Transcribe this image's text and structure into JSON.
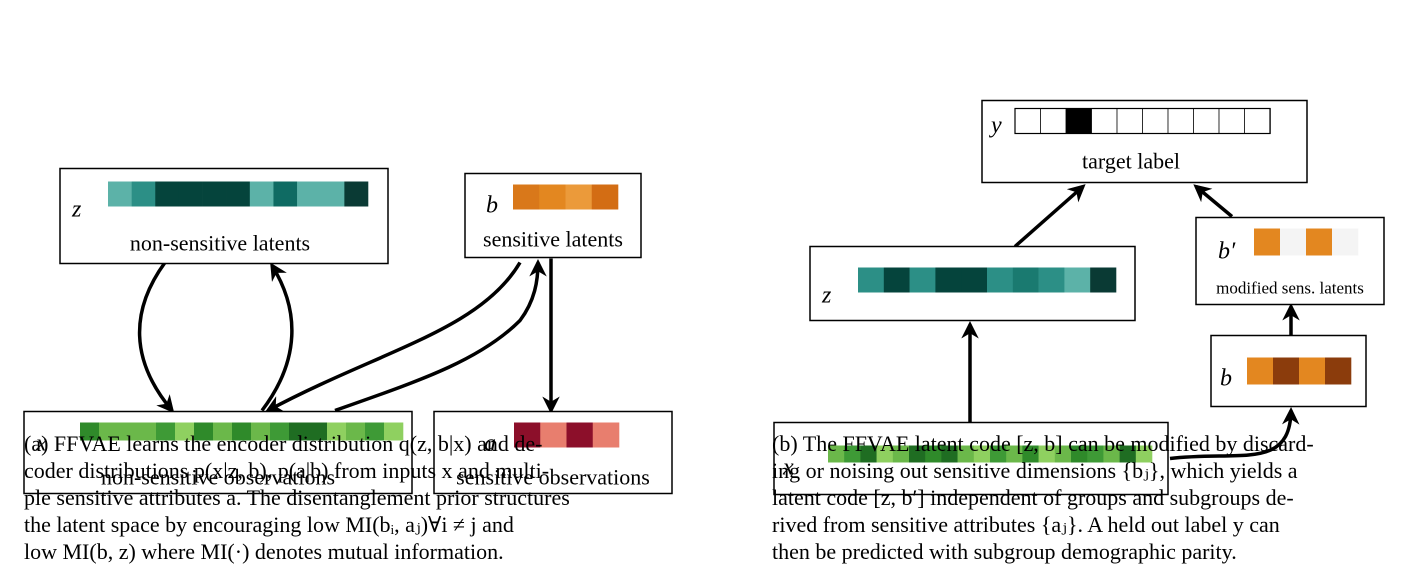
{
  "panel_a": {
    "z_box": {
      "symbol": "z",
      "label": "non-sensitive latents",
      "cells": [
        "#5cb2a8",
        "#2c8f86",
        "#05443c",
        "#05443c",
        "#05443c",
        "#05443c",
        "#5cb2a8",
        "#0f6b63",
        "#5cb2a8",
        "#5cb2a8",
        "#0a3a34"
      ]
    },
    "b_box": {
      "symbol": "b",
      "label": "sensitive latents",
      "cells": [
        "#d9781a",
        "#e38720",
        "#eb9a3a",
        "#d36d14"
      ]
    },
    "x_box": {
      "symbol": "x",
      "label": "non-sensitive observations",
      "cells": [
        "#2f8a2a",
        "#6bb84a",
        "#6bb84a",
        "#6bb84a",
        "#3e9a36",
        "#8fd060",
        "#2f8a2a",
        "#6bb84a",
        "#2f8a2a",
        "#6bb84a",
        "#3e9a36",
        "#1f6d22",
        "#1f6d22",
        "#8fd060",
        "#6bb84a",
        "#3e9a36",
        "#8fd060"
      ]
    },
    "a_box": {
      "symbol": "a",
      "label": "sensitive observations",
      "cells": [
        "#8c0f2a",
        "#e87e6e",
        "#8c0f2a",
        "#e87e6e"
      ]
    },
    "caption_lines": [
      "(a) FFVAE learns the encoder distribution q(z, b|x) and de-",
      "coder distributions p(x|z, b), p(a|b) from inputs x and multi-",
      "ple sensitive attributes a. The disentanglement prior structures",
      "the latent space by encouraging low MI(bᵢ, aⱼ)∀i ≠ j and",
      "low MI(b, z) where MI(·) denotes mutual information."
    ]
  },
  "panel_b": {
    "y_box": {
      "symbol": "y",
      "label": "target label",
      "cells": [
        "#ffffff",
        "#ffffff",
        "#000000",
        "#ffffff",
        "#ffffff",
        "#ffffff",
        "#ffffff",
        "#ffffff",
        "#ffffff",
        "#ffffff"
      ]
    },
    "z_box": {
      "symbol": "z",
      "cells": [
        "#2c8f86",
        "#05443c",
        "#2c8f86",
        "#05443c",
        "#05443c",
        "#2c8f86",
        "#1a7a70",
        "#2c8f86",
        "#5cb2a8",
        "#0a3a34"
      ]
    },
    "bprime_box": {
      "symbol": "b′",
      "label": "modified sens. latents",
      "cells": [
        "#e38720",
        "#f4f4f4",
        "#e38720",
        "#f4f4f4"
      ]
    },
    "b_box": {
      "symbol": "b",
      "cells": [
        "#e38720",
        "#8b3c0c",
        "#e38720",
        "#8b3c0c"
      ]
    },
    "x_box": {
      "symbol": "x",
      "cells": [
        "#6bb84a",
        "#3e9a36",
        "#1f6d22",
        "#8fd060",
        "#6bb84a",
        "#1f6d22",
        "#2f8a2a",
        "#1f6d22",
        "#6bb84a",
        "#8fd060",
        "#3e9a36",
        "#6bb84a",
        "#2f8a2a",
        "#8fd060",
        "#6bb84a",
        "#2f8a2a",
        "#3e9a36",
        "#6bb84a",
        "#1f6d22",
        "#8fd060"
      ]
    },
    "caption_lines": [
      "(b) The FFVAE latent code [z, b] can be modified by discard-",
      "ing or noising out sensitive dimensions {bⱼ}, which yields a",
      "latent code [z, b′] independent of groups and subgroups de-",
      "rived from sensitive attributes {aⱼ}. A held out label y can",
      "then be predicted with subgroup demographic parity."
    ]
  }
}
